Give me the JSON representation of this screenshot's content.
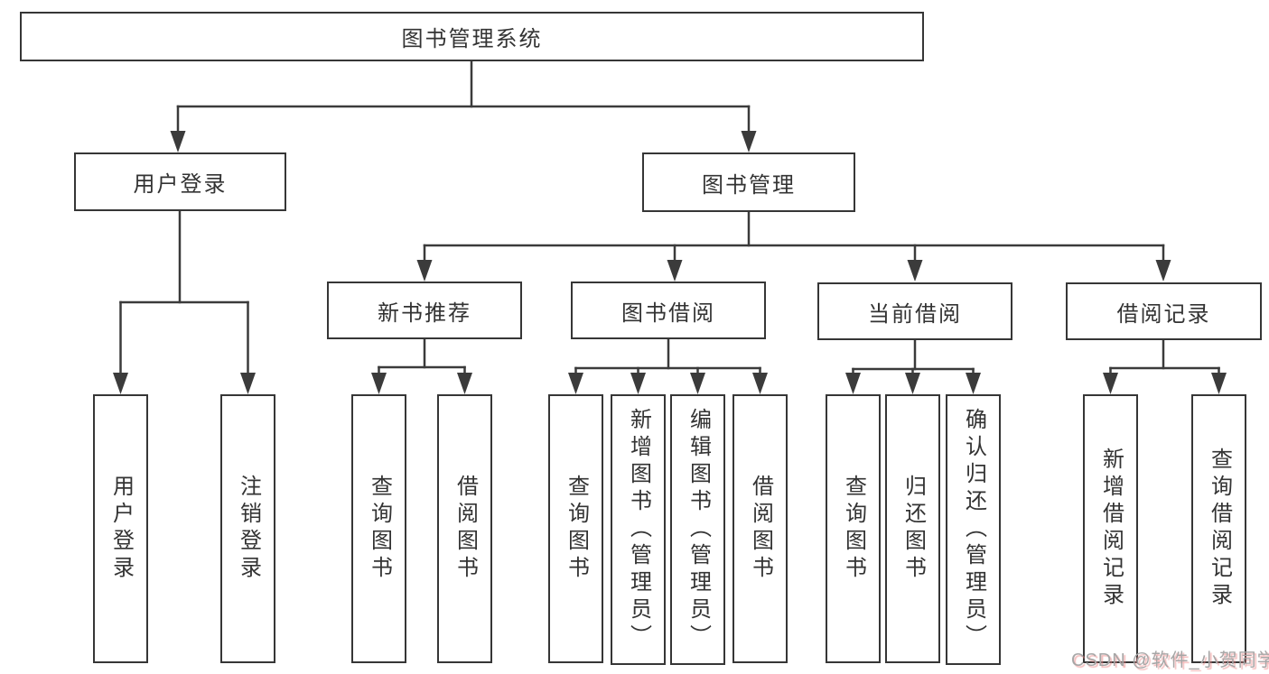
{
  "tree": {
    "root": "图书管理系统",
    "children": [
      {
        "label": "用户登录",
        "children": [
          {
            "label": "用户登录"
          },
          {
            "label": "注销登录"
          }
        ]
      },
      {
        "label": "图书管理",
        "children": [
          {
            "label": "新书推荐",
            "children": [
              {
                "label": "查询图书"
              },
              {
                "label": "借阅图书"
              }
            ]
          },
          {
            "label": "图书借阅",
            "children": [
              {
                "label": "查询图书"
              },
              {
                "label": "新增图书（管理员）"
              },
              {
                "label": "编辑图书（管理员）"
              },
              {
                "label": "借阅图书"
              }
            ]
          },
          {
            "label": "当前借阅",
            "children": [
              {
                "label": "查询图书"
              },
              {
                "label": "归还图书"
              },
              {
                "label": "确认归还（管理员）"
              }
            ]
          },
          {
            "label": "借阅记录",
            "children": [
              {
                "label": "新增借阅记录"
              },
              {
                "label": "查询借阅记录"
              }
            ]
          }
        ]
      }
    ]
  },
  "watermark": {
    "text": "CSDN @软件_小贺同学"
  },
  "colors": {
    "line": "#3b3b3b",
    "box_border": "#363636",
    "text": "#333333",
    "watermark_text": "#a6a6a6",
    "watermark_shadow": "#eb8282"
  }
}
